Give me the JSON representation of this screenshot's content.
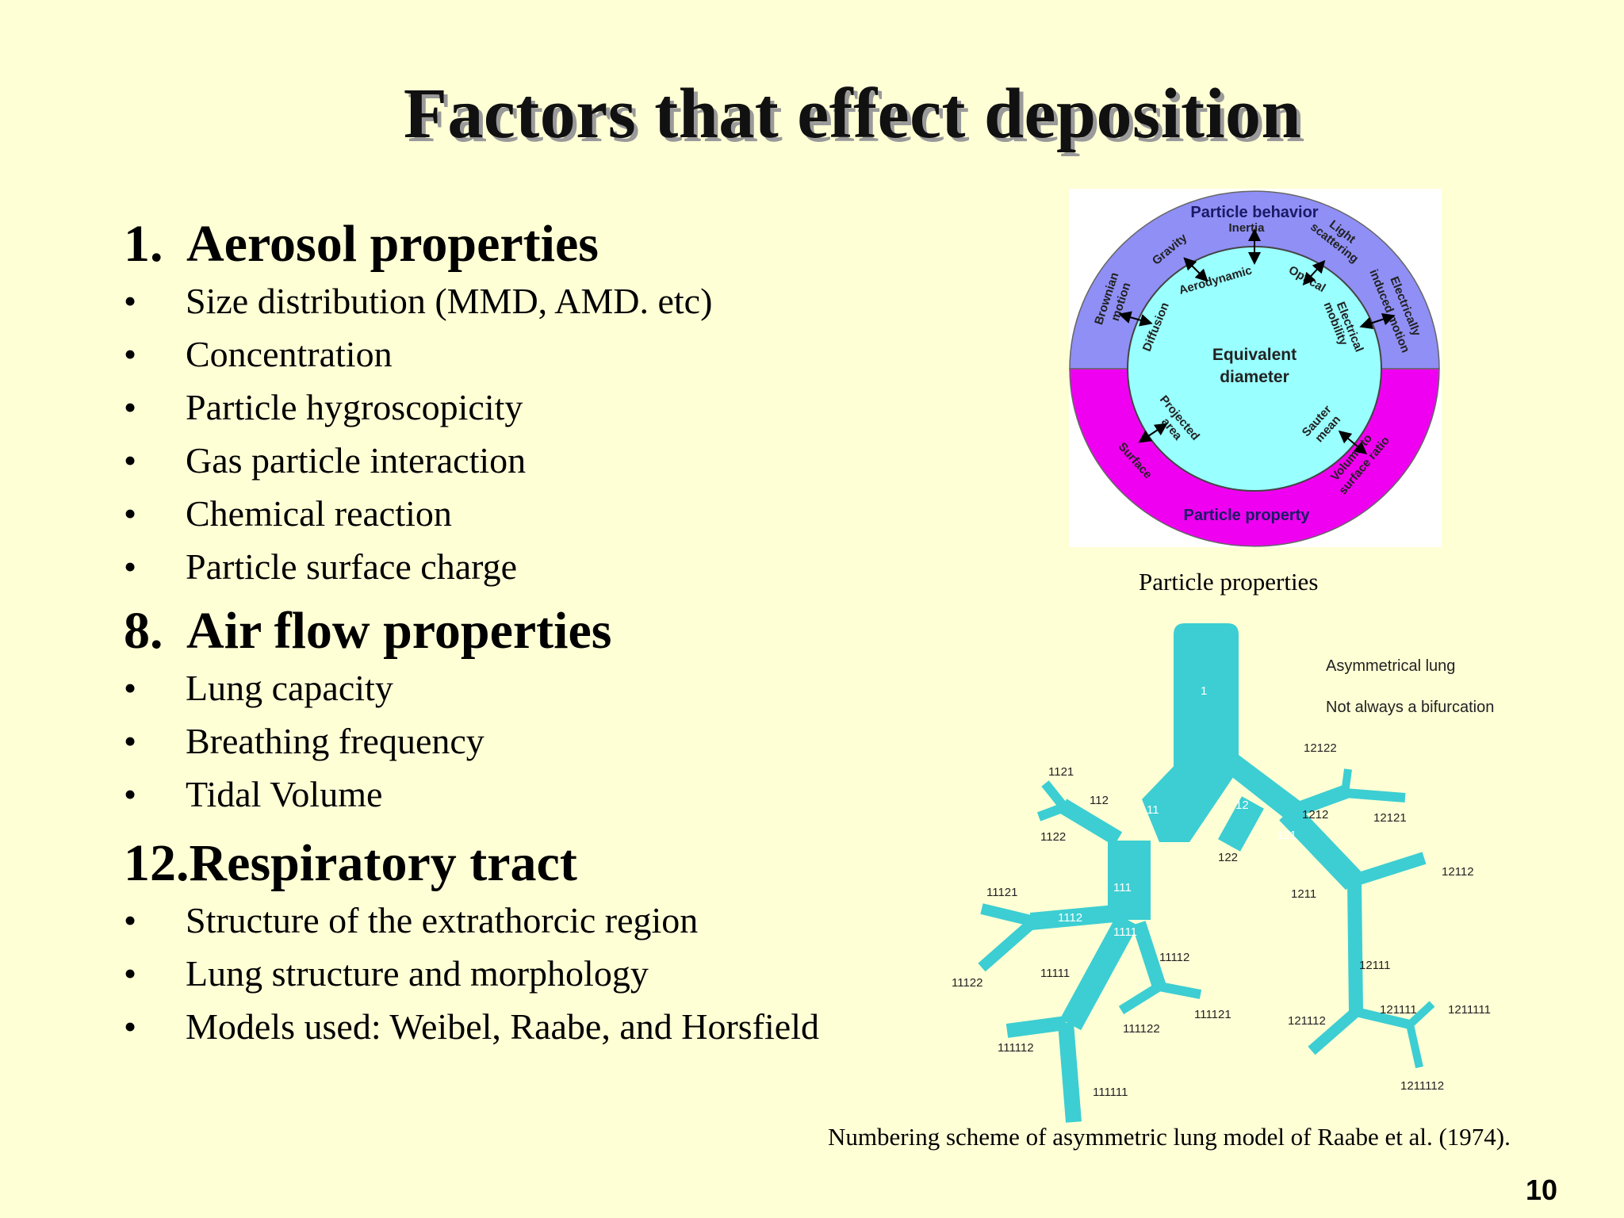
{
  "title": "Factors that effect deposition",
  "sections": [
    {
      "num": "1.",
      "title": "Aerosol properties",
      "items": [
        "Size distribution (MMD, AMD. etc)",
        "Concentration",
        "Particle hygroscopicity",
        "Gas particle interaction",
        "Chemical reaction",
        "Particle surface charge"
      ]
    },
    {
      "num": "8.",
      "title": "Air flow properties",
      "items": [
        "Lung capacity",
        "Breathing frequency",
        "Tidal Volume"
      ]
    },
    {
      "num": "12.",
      "title": "Respiratory tract",
      "items": [
        "Structure of the extrathorcic region",
        "Lung structure and morphology",
        "Models used: Weibel, Raabe, and Horsfield"
      ]
    }
  ],
  "bullet": "•",
  "particle_diagram": {
    "center_line1": "Equivalent",
    "center_line2": "diameter",
    "top_label": "Particle behavior",
    "bottom_label": "Particle property",
    "outer_labels": {
      "inertia": "Inertia",
      "gravity": "Gravity",
      "light_line1": "Light",
      "light_line2": "scattering",
      "brownian_line1": "Brownian",
      "brownian_line2": "motion",
      "electrically_line1": "Electrically",
      "electrically_line2": "induced motion",
      "surface": "Surface",
      "volume_line1": "Volume to",
      "volume_line2": "surface ratio"
    },
    "inner_labels": {
      "aerodynamic": "Aerodynamic",
      "optical": "Optical",
      "diffusion": "Diffusion",
      "electrical_line1": "Electrical",
      "electrical_line2": "mobility",
      "projected_line1": "Projected",
      "projected_line2": "area",
      "sauter_line1": "Sauter",
      "sauter_line2": "mean"
    },
    "colors": {
      "top_ring": "#8f8ff6",
      "bottom_ring": "#f000f0",
      "center": "#99ffff"
    }
  },
  "caption_particle": "Particle properties",
  "lung_model": {
    "notes": [
      "Asymmetrical lung",
      "Not always a bifurcation"
    ],
    "labels": [
      "1",
      "11",
      "12",
      "111",
      "1111",
      "1112",
      "112",
      "1121",
      "1122",
      "11121",
      "11122",
      "11111",
      "11112",
      "111121",
      "111122",
      "111111",
      "111112",
      "121",
      "122",
      "1211",
      "1212",
      "12111",
      "121111",
      "121112",
      "1211111",
      "1211112",
      "12112",
      "12121",
      "12122"
    ],
    "color": "#3cced2"
  },
  "caption_lung": "Numbering scheme of asymmetric lung model of  Raabe et al. (1974).",
  "page_number": "10"
}
